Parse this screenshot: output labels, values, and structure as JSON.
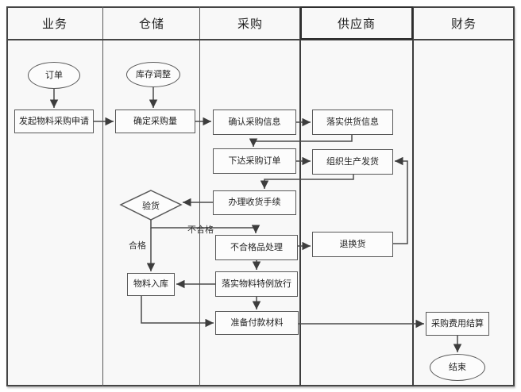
{
  "diagram_type": "swimlane-flowchart",
  "lanes": [
    {
      "label": "业务"
    },
    {
      "label": "仓储"
    },
    {
      "label": "采购"
    },
    {
      "label": "供应商"
    },
    {
      "label": "财务"
    }
  ],
  "nodes": {
    "order": {
      "label": "订单",
      "shape": "ellipse",
      "lane": "业务"
    },
    "initiate_request": {
      "label": "发起物料采购申请",
      "shape": "rect",
      "lane": "业务"
    },
    "inventory_adjust": {
      "label": "库存调整",
      "shape": "ellipse",
      "lane": "仓储"
    },
    "determine_qty": {
      "label": "确定采购量",
      "shape": "rect",
      "lane": "仓储"
    },
    "confirm_info": {
      "label": "确认采购信息",
      "shape": "rect",
      "lane": "采购"
    },
    "supply_info": {
      "label": "落实供货信息",
      "shape": "rect",
      "lane": "供应商"
    },
    "issue_order": {
      "label": "下达采购订单",
      "shape": "rect",
      "lane": "采购"
    },
    "organize_shipping": {
      "label": "组织生产发货",
      "shape": "rect",
      "lane": "供应商"
    },
    "receive_goods": {
      "label": "办理收货手续",
      "shape": "rect",
      "lane": "采购"
    },
    "inspect": {
      "label": "验货",
      "shape": "diamond",
      "lane": "仓储"
    },
    "nonconforming": {
      "label": "不合格品处理",
      "shape": "rect",
      "lane": "采购"
    },
    "return_exchange": {
      "label": "退换货",
      "shape": "rect",
      "lane": "供应商"
    },
    "stock_in": {
      "label": "物料入库",
      "shape": "rect",
      "lane": "仓储"
    },
    "special_release": {
      "label": "落实物料特例放行",
      "shape": "rect",
      "lane": "采购"
    },
    "payment_prep": {
      "label": "准备付款材料",
      "shape": "rect",
      "lane": "采购"
    },
    "expense_settlement": {
      "label": "采购费用结算",
      "shape": "rect",
      "lane": "财务"
    },
    "end": {
      "label": "结束",
      "shape": "ellipse",
      "lane": "财务"
    }
  },
  "edge_labels": {
    "qualified": "合格",
    "unqualified": "不合格"
  },
  "colors": {
    "line": "#4a4a4a",
    "border": "#454545",
    "lane_background": "#f8f8f8",
    "node_background": "#fcfcfc",
    "text": "#2b2b2b"
  }
}
